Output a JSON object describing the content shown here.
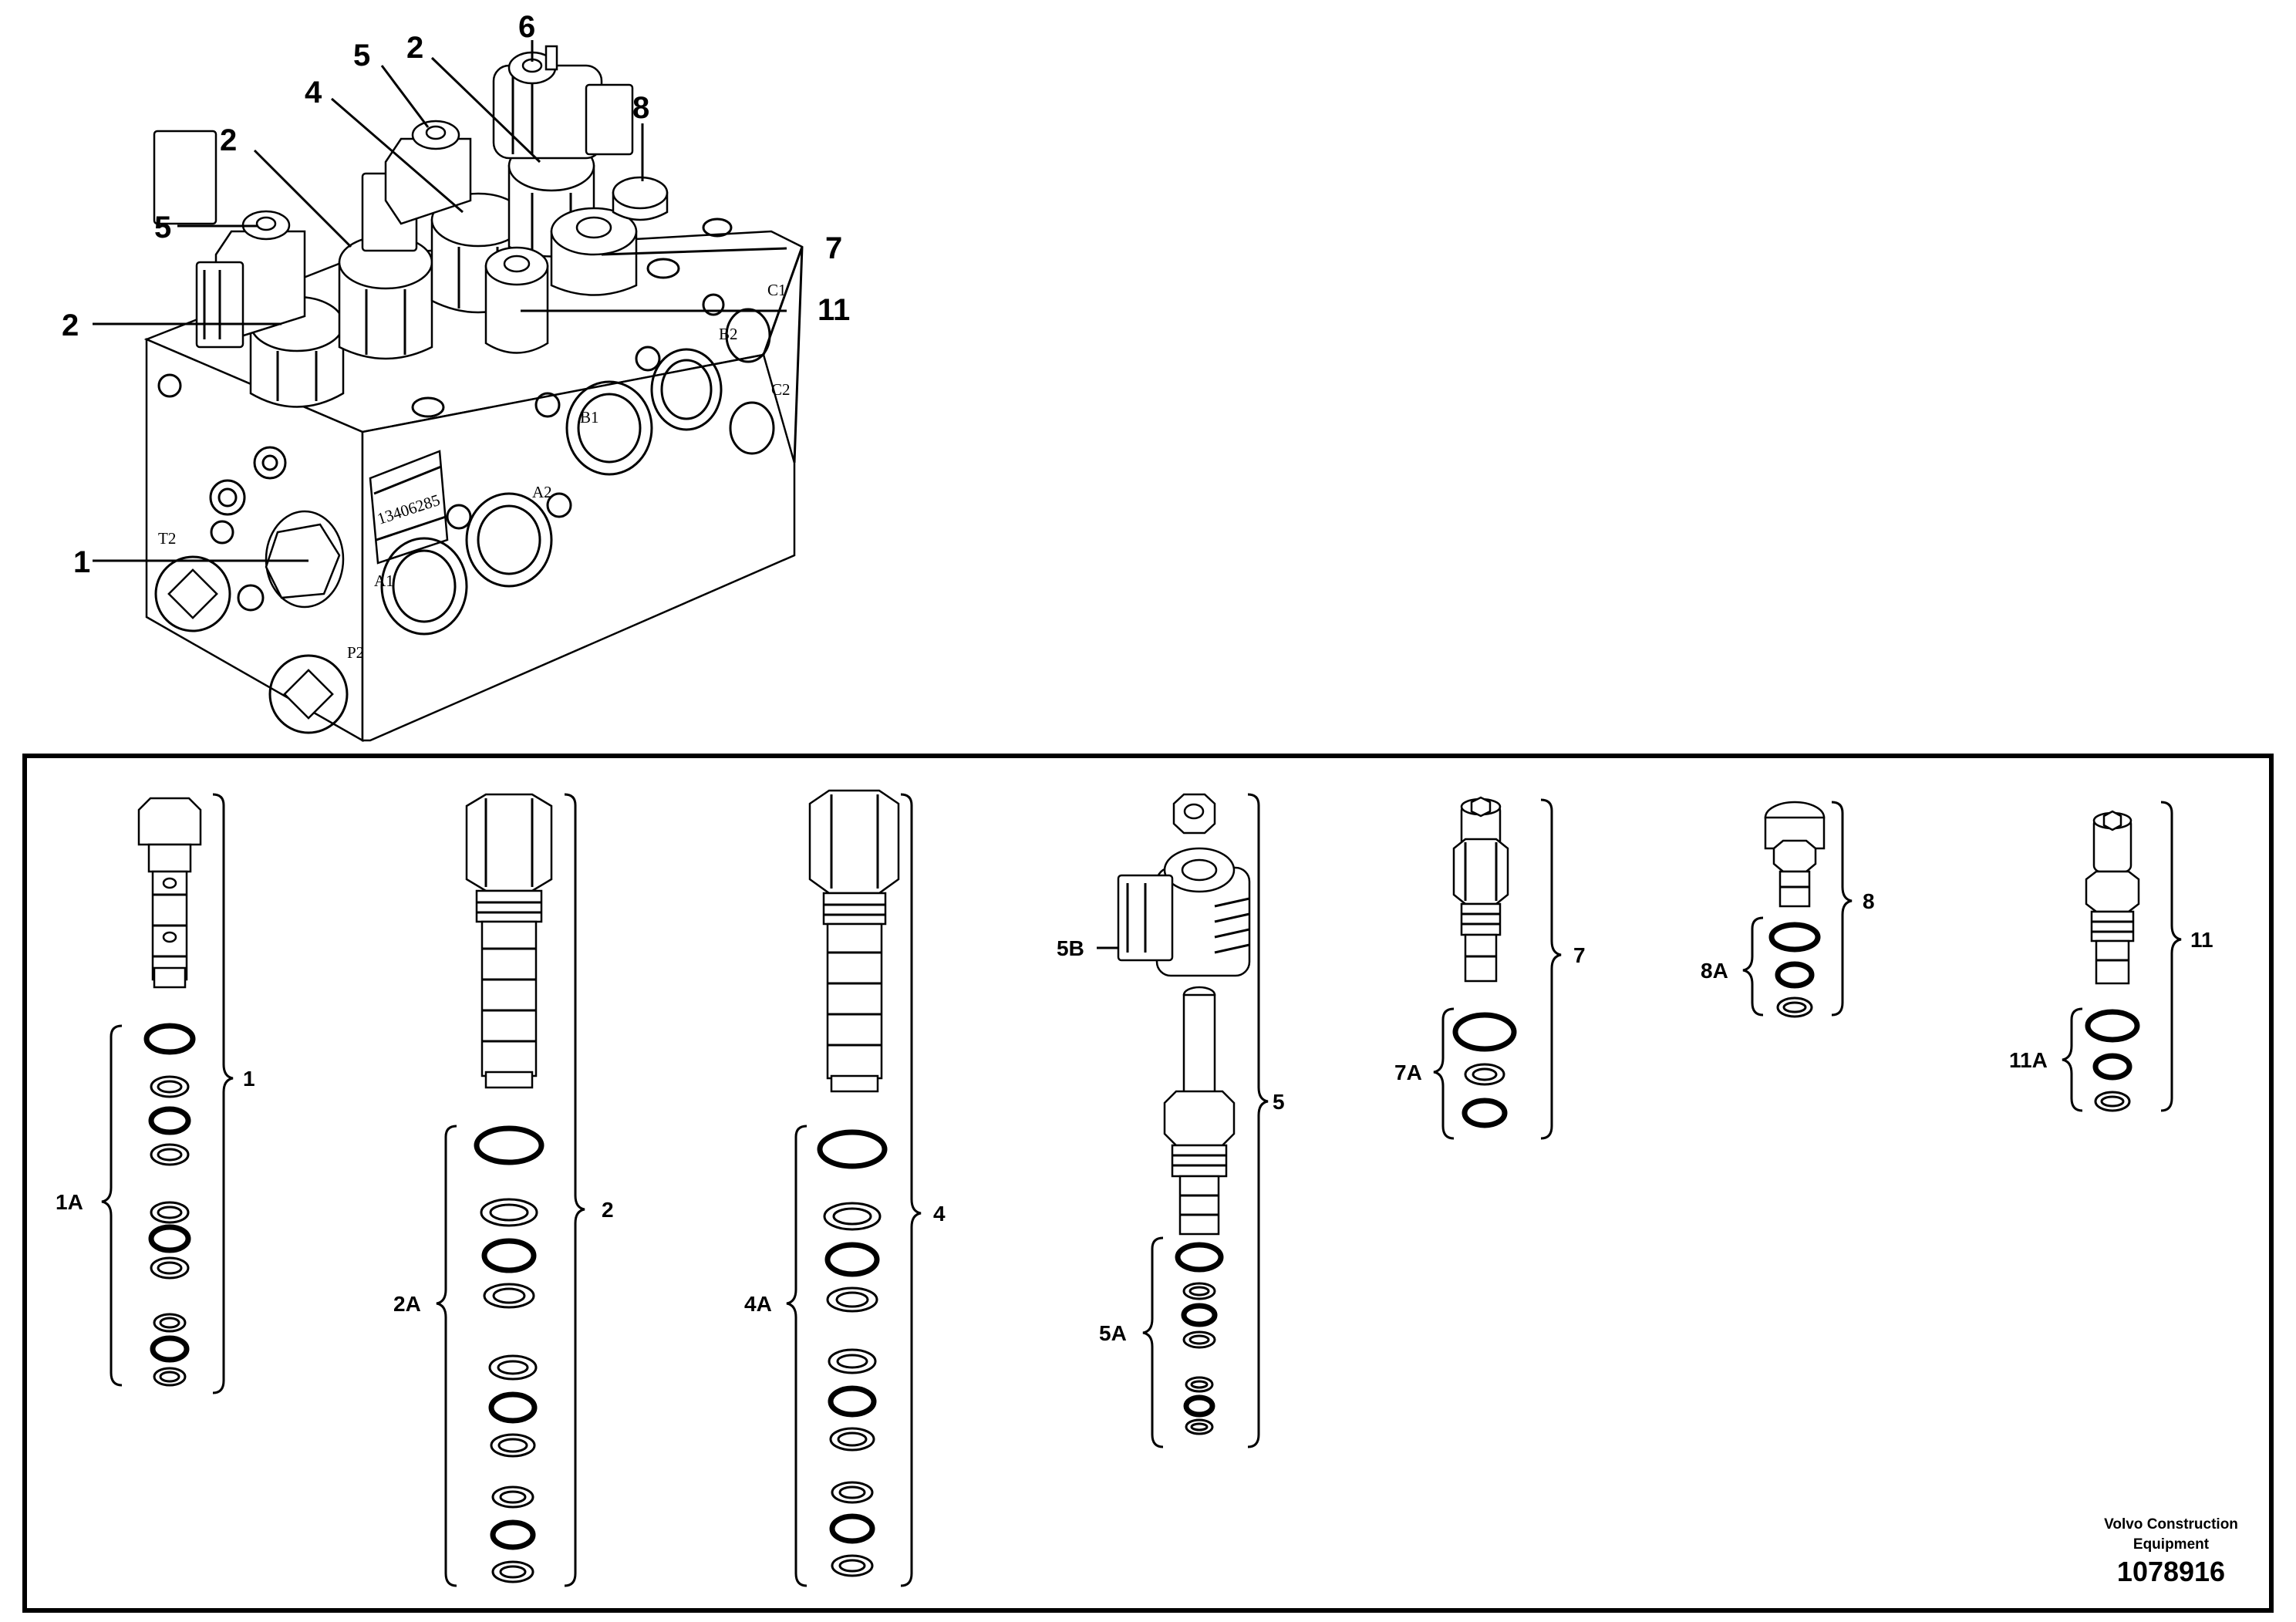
{
  "overview_labels": {
    "l1": "1",
    "l2a": "2",
    "l2b": "2",
    "l2c": "2",
    "l4": "4",
    "l5a": "5",
    "l5b": "5",
    "l6": "6",
    "l7": "7",
    "l8": "8",
    "l11": "11"
  },
  "block_marks": {
    "part_number": "13406285",
    "port_a1": "A1",
    "port_a2": "A2",
    "port_b1": "B1",
    "port_b2": "B2",
    "port_c1": "C1",
    "port_c2": "C2",
    "port_t2": "T2",
    "port_p2": "P2"
  },
  "kit_labels": {
    "k1": "1",
    "k1a": "1A",
    "k2": "2",
    "k2a": "2A",
    "k4": "4",
    "k4a": "4A",
    "k5": "5",
    "k5a": "5A",
    "k5b": "5B",
    "k7": "7",
    "k7a": "7A",
    "k8": "8",
    "k8a": "8A",
    "k11": "11",
    "k11a": "11A"
  },
  "footer": {
    "brand_line1": "Volvo Construction",
    "brand_line2": "Equipment",
    "doc_number": "1078916"
  }
}
